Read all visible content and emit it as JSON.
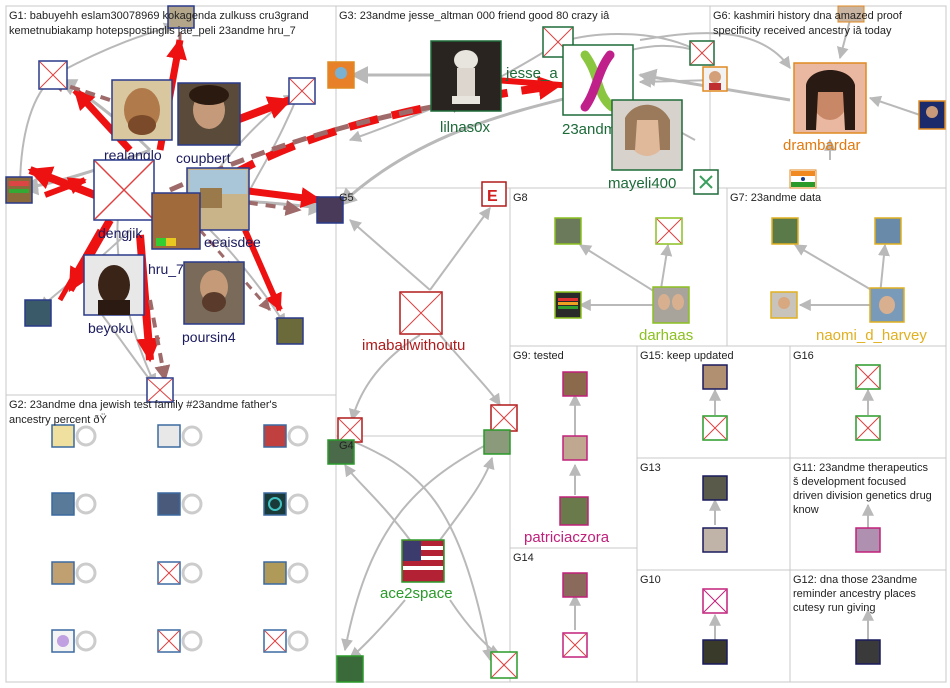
{
  "groups": [
    {
      "id": "G1",
      "lines": [
        "G1: babuyehh eslam30078969 kokagenda zulkuss cru3grand",
        "kemetnubiakamp hotepspostinglis jae_peli 23andme hru_7"
      ]
    },
    {
      "id": "G2",
      "lines": [
        "G2: 23andme dna jewish test family #23andme father's",
        "ancestry percent ðŸ"
      ]
    },
    {
      "id": "G3",
      "lines": [
        "G3: 23andme jesse_altman 000 friend good 80 crazy iâ"
      ]
    },
    {
      "id": "G4",
      "lines": [
        "G4"
      ]
    },
    {
      "id": "G5",
      "lines": [
        "G5"
      ]
    },
    {
      "id": "G6",
      "lines": [
        "G6: kashmiri history dna amazed proof",
        "specificity received ancestry iâ today"
      ]
    },
    {
      "id": "G7",
      "lines": [
        "G7: 23andme data"
      ]
    },
    {
      "id": "G8",
      "lines": [
        "G8"
      ]
    },
    {
      "id": "G9",
      "lines": [
        "G9: tested"
      ]
    },
    {
      "id": "G10",
      "lines": [
        "G10"
      ]
    },
    {
      "id": "G11",
      "lines": [
        "G11: 23andme therapeutics",
        "š development focused",
        "driven division genetics drug",
        "know"
      ]
    },
    {
      "id": "G12",
      "lines": [
        "G12: dna those 23andme",
        "reminder ancestry places",
        "cutesy run giving"
      ]
    },
    {
      "id": "G13",
      "lines": [
        "G13"
      ]
    },
    {
      "id": "G14",
      "lines": [
        "G14"
      ]
    },
    {
      "id": "G15",
      "lines": [
        "G15: keep updated"
      ]
    },
    {
      "id": "G16",
      "lines": [
        "G16"
      ]
    }
  ],
  "labeled_nodes": [
    {
      "id": "realangl",
      "label": "realanglo",
      "color": "#1a1a5e"
    },
    {
      "id": "coupbert",
      "label": "coupbert",
      "color": "#1a1a5e"
    },
    {
      "id": "dengjik",
      "label": "dengjik",
      "color": "#1a1a5e"
    },
    {
      "id": "eeaisdee",
      "label": "eeaisdee",
      "color": "#1a1a5e"
    },
    {
      "id": "hru7",
      "label": "hru_7",
      "color": "#1a1a5e"
    },
    {
      "id": "beyoku",
      "label": "beyoku",
      "color": "#1a1a5e"
    },
    {
      "id": "poursin4",
      "label": "poursin4",
      "color": "#1a1a5e"
    },
    {
      "id": "lilnas",
      "label": "lilnas0x",
      "color": "#1e6b3a"
    },
    {
      "id": "jesse",
      "label": "jesse_a",
      "color": "#1e6b3a"
    },
    {
      "id": "23andme",
      "label": "23andme",
      "color": "#1e6b3a"
    },
    {
      "id": "mayeli",
      "label": "mayeli400",
      "color": "#1e6b3a"
    },
    {
      "id": "drambardar",
      "label": "drambardar",
      "color": "#e07a10"
    },
    {
      "id": "imaball",
      "label": "imaballwithoutu",
      "color": "#b01a1a"
    },
    {
      "id": "ace2space",
      "label": "ace2space",
      "color": "#2a9a2a"
    },
    {
      "id": "darhaas",
      "label": "darhaas",
      "color": "#8cc020"
    },
    {
      "id": "naomi",
      "label": "naomi_d_harvey",
      "color": "#e0b020"
    },
    {
      "id": "patricia",
      "label": "patriciaczora",
      "color": "#c0207a"
    }
  ],
  "colors": {
    "group_border": "#c8c8c8",
    "edge_grey": "#b9b9b9",
    "edge_red": "#ee1111",
    "edge_brown": "#9e6a6a"
  }
}
